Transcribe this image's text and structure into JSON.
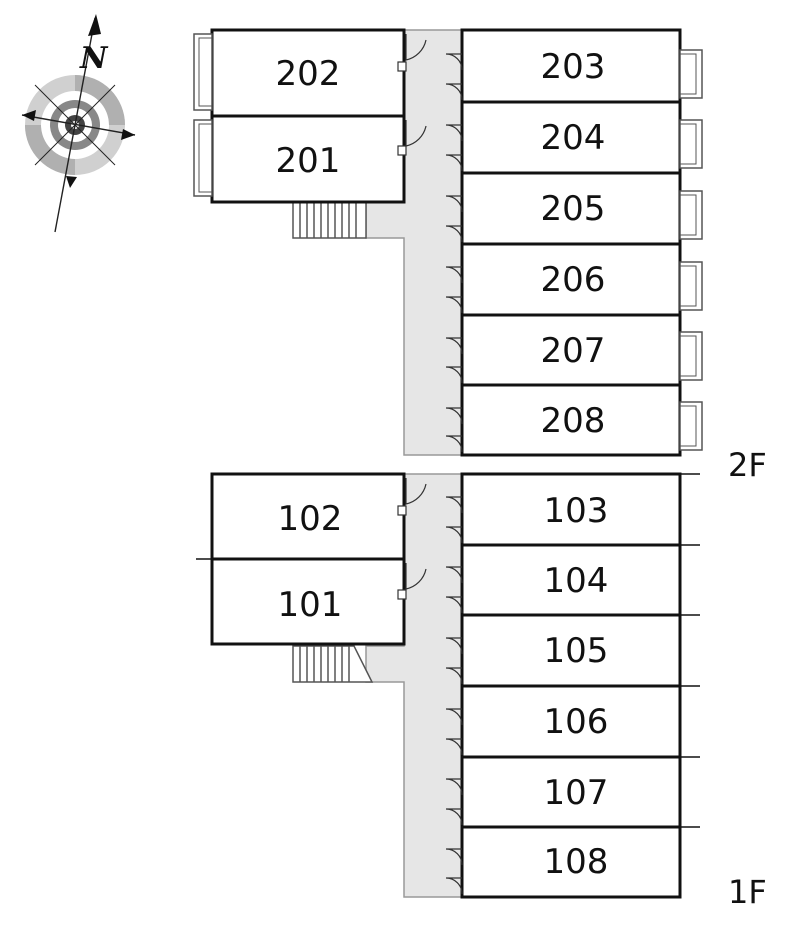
{
  "compass": {
    "label": "N"
  },
  "floors": {
    "second": {
      "label": "2F",
      "rooms": [
        "202",
        "201",
        "203",
        "204",
        "205",
        "206",
        "207",
        "208"
      ]
    },
    "first": {
      "label": "1F",
      "rooms": [
        "102",
        "101",
        "103",
        "104",
        "105",
        "106",
        "107",
        "108"
      ]
    }
  }
}
